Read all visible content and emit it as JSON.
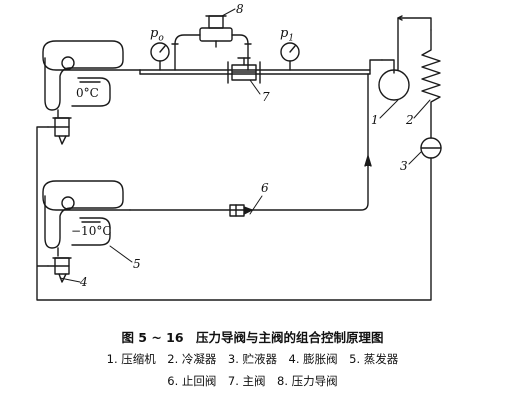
{
  "figure": {
    "caption": "图 5 ~ 16　压力导阀与主阀的组合控制原理图",
    "legend_line1": "1. 压缩机　2. 冷凝器　3. 贮液器　4. 膨胀阀　5. 蒸发器",
    "legend_line2": "6. 止回阀　7. 主阀　8. 压力导阀"
  },
  "labels": {
    "p0": "p",
    "p0_sub": "o",
    "p1": "p",
    "p1_sub": "1",
    "temp_upper": "0°C",
    "temp_lower": "−10°C",
    "n1": "1",
    "n2": "2",
    "n3": "3",
    "n4": "4",
    "n5": "5",
    "n6": "6",
    "n7": "7",
    "n8": "8"
  }
}
